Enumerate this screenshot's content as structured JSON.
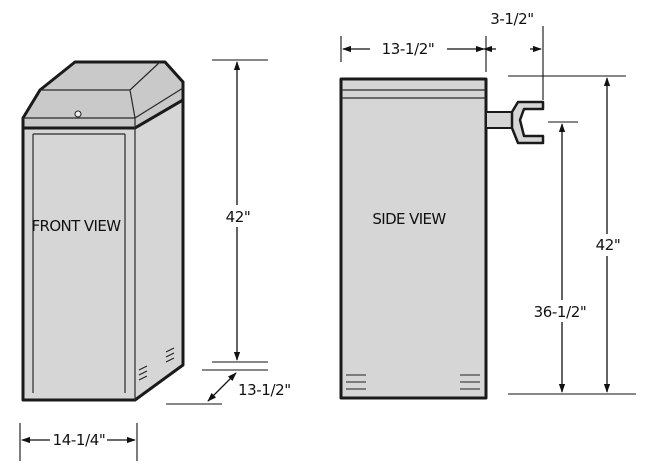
{
  "views": {
    "front": {
      "label": "FRONT VIEW"
    },
    "side": {
      "label": "SIDE VIEW"
    }
  },
  "dimensions": {
    "front_height": "42\"",
    "front_depth": "13-1/2\"",
    "front_width": "14-1/4\"",
    "side_width": "13-1/2\"",
    "side_arm_extension": "3-1/2\"",
    "side_arm_height": "36-1/2\"",
    "side_height": "42\""
  },
  "colors": {
    "cabinet_fill": "#d6d6d6",
    "outline": "#1a1a1a"
  }
}
